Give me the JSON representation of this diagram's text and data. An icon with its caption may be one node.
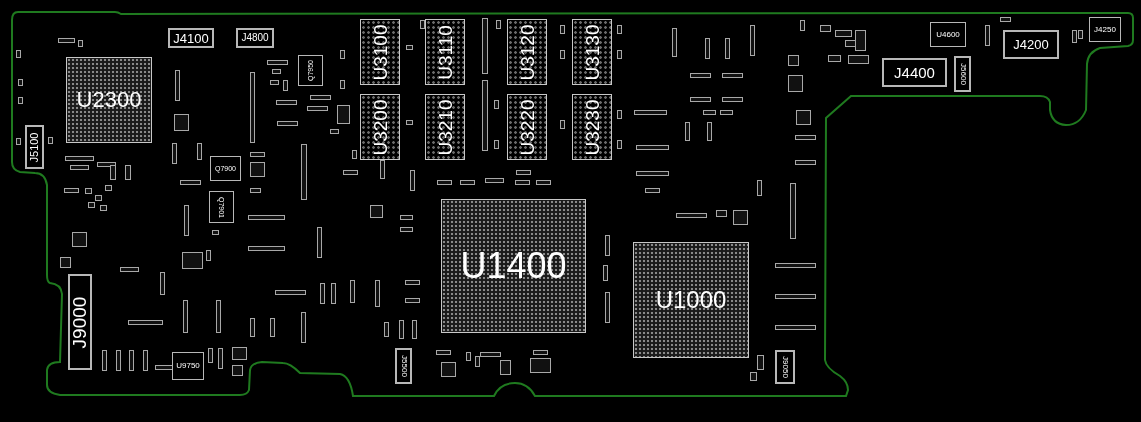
{
  "diagram": {
    "nodes": [
      {
        "text": [
          "J4100"
        ]
      },
      {
        "text": [
          "J4800"
        ]
      },
      {
        "text": [
          "U2300"
        ]
      },
      {
        "text": [
          "J5100"
        ]
      },
      {
        "text": [
          "Q7950"
        ]
      },
      {
        "text": [
          "Q7900"
        ]
      },
      {
        "text": [
          "Q7901"
        ]
      },
      {
        "text": [
          "J9000"
        ]
      },
      {
        "text": [
          "U9750"
        ]
      },
      {
        "text": [
          "U3100"
        ]
      },
      {
        "text": [
          "U3110"
        ]
      },
      {
        "text": [
          "U3120"
        ]
      },
      {
        "text": [
          "U3130"
        ]
      },
      {
        "text": [
          "U3200"
        ]
      },
      {
        "text": [
          "U3210"
        ]
      },
      {
        "text": [
          "U3220"
        ]
      },
      {
        "text": [
          "U3230"
        ]
      },
      {
        "text": [
          "U1400"
        ]
      },
      {
        "text": [
          "U1000"
        ]
      },
      {
        "text": [
          "J5500"
        ]
      },
      {
        "text": [
          "J9050"
        ]
      },
      {
        "text": [
          "U4600"
        ]
      },
      {
        "text": [
          "J4200"
        ]
      },
      {
        "text": [
          "J4250"
        ]
      },
      {
        "text": [
          "J4400"
        ]
      },
      {
        "text": [
          "J5600"
        ]
      }
    ]
  }
}
